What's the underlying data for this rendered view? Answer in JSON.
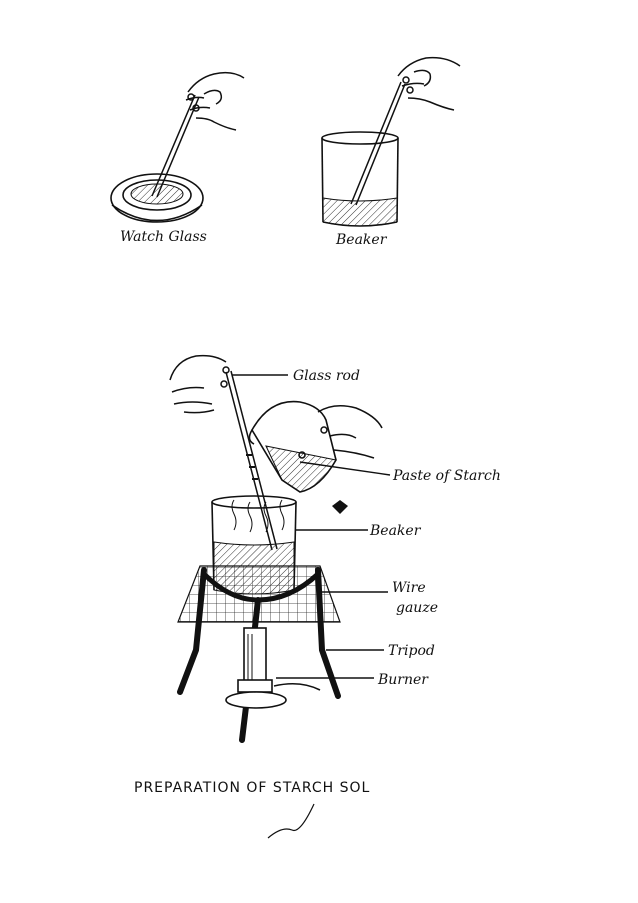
{
  "labels": {
    "watch_glass": "Watch Glass",
    "beaker_top": "Beaker",
    "glass_rod": "Glass rod",
    "paste_of_starch": "Paste of Starch",
    "beaker_bottom": "Beaker",
    "wire_gauze_line1": "Wire",
    "wire_gauze_line2": "gauze",
    "tripod": "Tripod",
    "burner": "Burner"
  },
  "caption": "PREPARATION OF STARCH SOL"
}
